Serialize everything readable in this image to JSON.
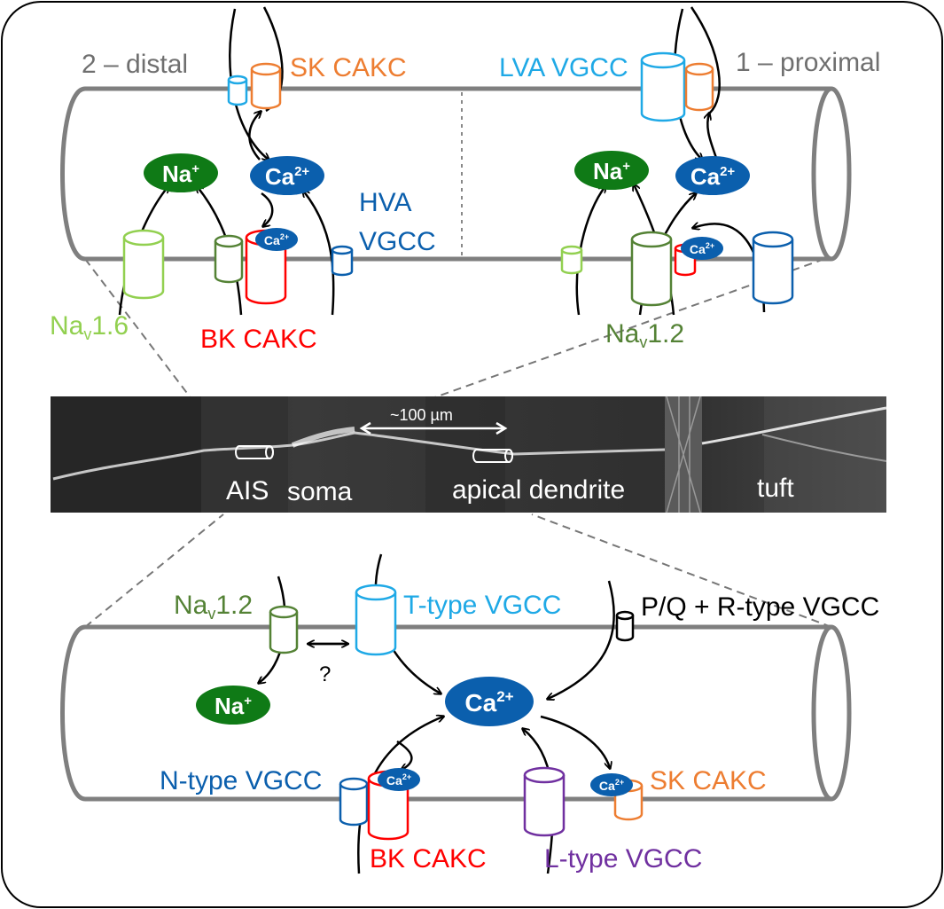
{
  "colors": {
    "membrane": "#7f7f7f",
    "nav16": "#92d050",
    "nav12": "#548235",
    "hva": "#0b5fad",
    "lva": "#1fa9e6",
    "sk": "#ed7d31",
    "bk": "#ff0000",
    "ltype": "#7030a0",
    "na_ion": "#0f7a16",
    "ca_ion": "#0b5fad"
  },
  "top_panel": {
    "distal_label": "2 – distal",
    "proximal_label": "1 – proximal",
    "sk_left": "SK CAKC",
    "lva": "LVA VGCC",
    "hva_line1": "HVA",
    "hva_line2": "VGCC",
    "nav16_base": "Na",
    "nav16_sub": "v",
    "nav16_rest": "1.6",
    "bk": "BK CAKC",
    "nav12_base": "Na",
    "nav12_sub": "v",
    "nav12_rest": "1.2"
  },
  "ions": {
    "na_base": "Na",
    "na_sup": "+",
    "ca_base": "Ca",
    "ca_sup": "2+"
  },
  "micrograph": {
    "scale_label": "~100 µm",
    "ais": "AIS",
    "soma": "soma",
    "apical": "apical dendrite",
    "tuft": "tuft"
  },
  "bottom_panel": {
    "nav12_base": "Na",
    "nav12_sub": "v",
    "nav12_rest": "1.2",
    "ttype": "T-type VGCC",
    "pq": "P/Q + R-type VGCC",
    "question": "?",
    "ntype": "N-type VGCC",
    "bk": "BK CAKC",
    "ltype": "L-type VGCC",
    "sk": "SK CAKC"
  }
}
